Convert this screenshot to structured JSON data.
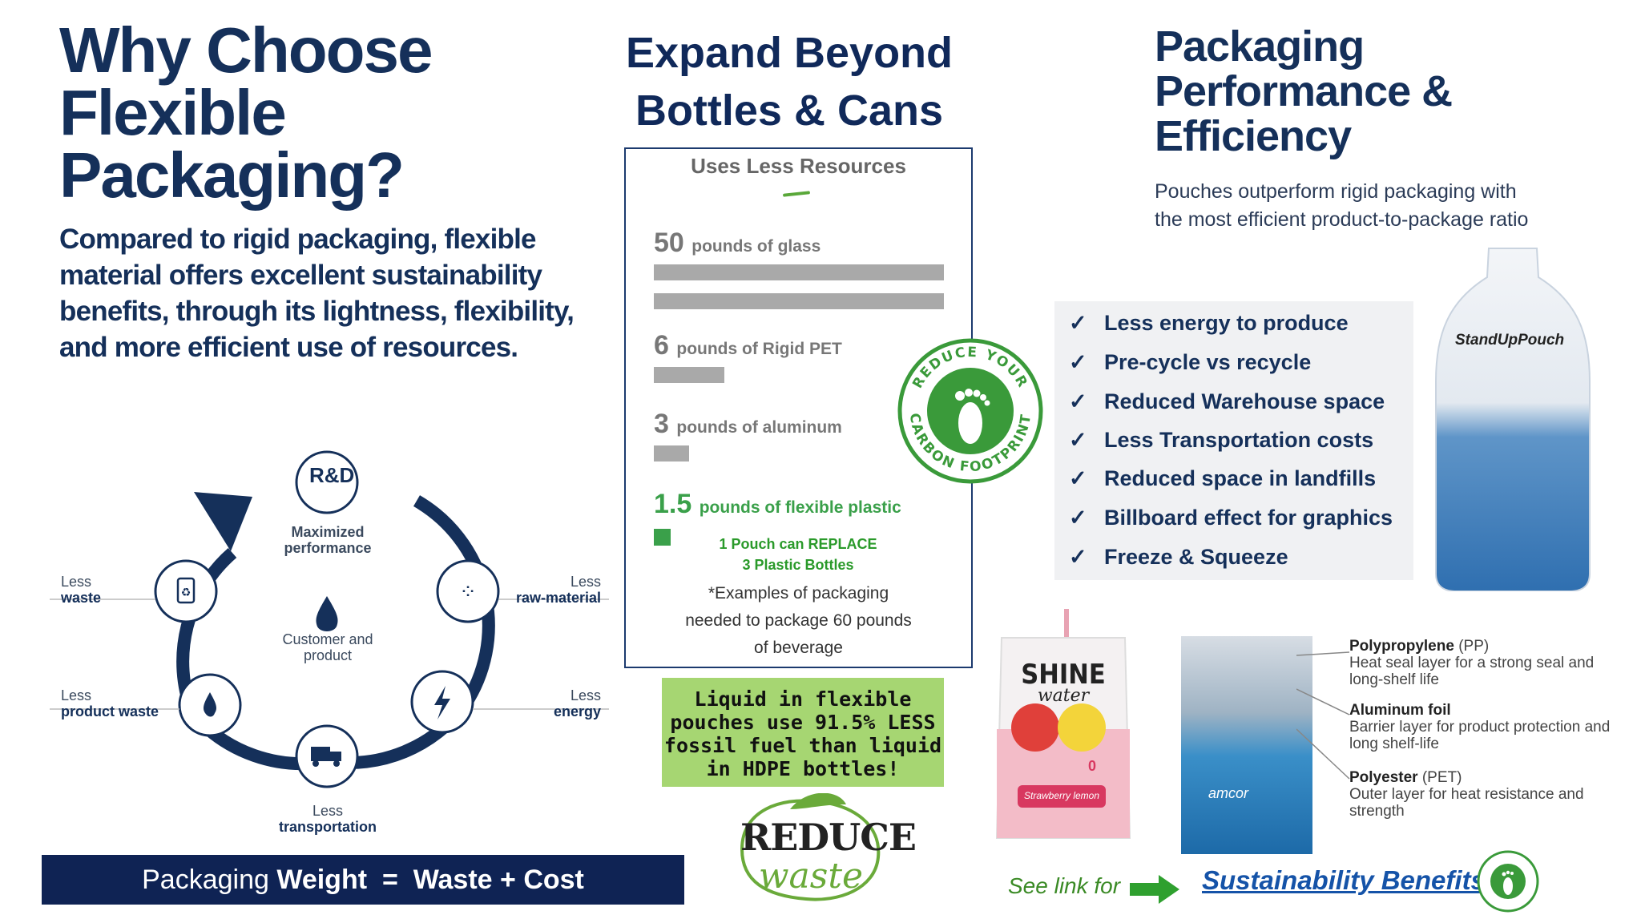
{
  "left": {
    "title": [
      "Why Choose",
      "Flexible",
      "Packaging?"
    ],
    "subtitle": "Compared to rigid packaging, flexible material offers excellent sustainability benefits, through its lightness, flexibility, and more efficient use of resources.",
    "cycle": {
      "rd_icon": "R&D",
      "top_label": "Maximized performance",
      "center_label": "Customer and product",
      "less_waste": [
        "Less",
        "waste"
      ],
      "less_raw": [
        "Less",
        "raw-material"
      ],
      "less_product_waste": [
        "Less",
        "product waste"
      ],
      "less_energy": [
        "Less",
        "energy"
      ],
      "less_transport": [
        "Less",
        "transportation"
      ]
    },
    "bottom_bar": {
      "prefix": "Packaging ",
      "bold1": "Weight",
      "eq": "  =  ",
      "bold2": "Waste + Cost"
    }
  },
  "middle": {
    "title": [
      "Expand Beyond",
      "Bottles & Cans"
    ],
    "infobox": {
      "heading": "Uses Less Resources",
      "items": [
        {
          "num": "50",
          "unit": "pounds of glass"
        },
        {
          "num": "6",
          "unit": "pounds of Rigid PET"
        },
        {
          "num": "3",
          "unit": "pounds of aluminum"
        },
        {
          "num": "1.5",
          "unit": "pounds of flexible plastic"
        }
      ],
      "pouch_note": [
        "1 Pouch can REPLACE",
        "3 Plastic Bottles"
      ],
      "footnote": [
        "*Examples of packaging",
        "needed to package 60 pounds",
        "of beverage"
      ]
    },
    "badge_text": {
      "top": "REDUCE YOUR",
      "bottom": "CARBON FOOTPRINT"
    },
    "green_box": [
      "Liquid in flexible",
      "pouches use 91.5% LESS",
      "fossil fuel than liquid",
      "in HDPE bottles!"
    ],
    "reduce_waste": [
      "REDUCE",
      "waste"
    ]
  },
  "right": {
    "title": [
      "Packaging",
      "Performance &",
      "Efficiency"
    ],
    "subtitle": "Pouches outperform rigid packaging with the most efficient product-to-package ratio",
    "checklist": [
      "Less energy to produce",
      "Pre-cycle vs recycle",
      "Reduced Warehouse space",
      "Less Transportation costs",
      "Reduced space in landfills",
      "Billboard effect for graphics",
      "Freeze & Squeeze"
    ],
    "bottle_brand": "StandUpPouch",
    "pouch1": {
      "brand": "SHINE",
      "sub": "water",
      "flavor": "Strawberry lemon",
      "sugar": "0"
    },
    "pouch2_brand": "amcor",
    "layers": [
      {
        "name": "Polypropylene",
        "abbr": " (PP)",
        "desc": "Heat seal layer for a strong seal and long-shelf life"
      },
      {
        "name": "Aluminum foil",
        "abbr": "",
        "desc": "Barrier layer for product protection and long shelf-life"
      },
      {
        "name": "Polyester",
        "abbr": " (PET)",
        "desc": "Outer layer for heat resistance and strength"
      }
    ],
    "see_link": "See link for",
    "link_text": "Sustainability Benefits"
  },
  "colors": {
    "navy": "#15305a",
    "green": "#3a9a3a",
    "lightgreen": "#a6d672",
    "link": "#1553a8"
  }
}
